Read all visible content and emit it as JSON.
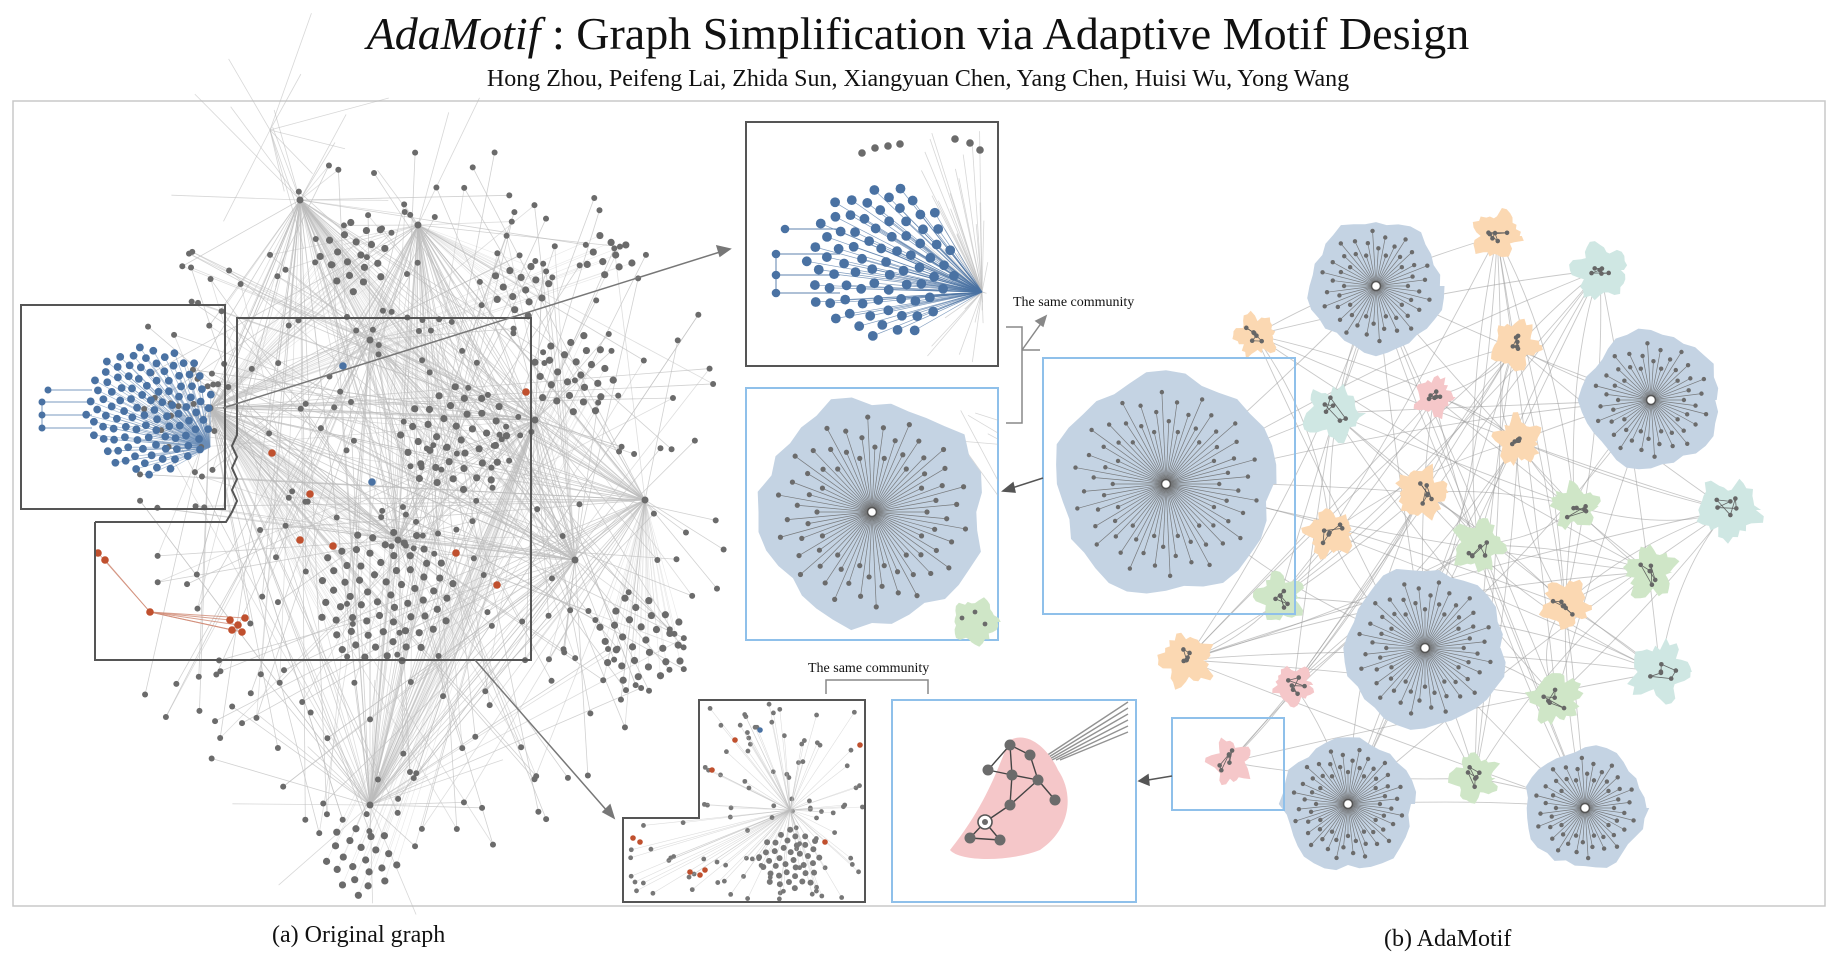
{
  "header": {
    "title_italic": "AdaMotif",
    "title_rest": " : Graph Simplification via Adaptive Motif Design",
    "authors": "Hong Zhou, Peifeng Lai, Zhida Sun, Xiangyuan Chen, Yang Chen, Huisi Wu, Yong Wang"
  },
  "captions": {
    "original": "(a) Original graph",
    "adamotif": "(b) AdaMotif"
  },
  "annotations": {
    "same_community_top": "The same community",
    "same_community_bottom": "The same community"
  },
  "colors": {
    "node": "#6b6b6b",
    "edge": "#bdbdbd",
    "blue_node": "#4a72a3",
    "red_node": "#c0502e",
    "highlight_box": "#444444",
    "zoom_box": "#8fc0ea",
    "motif_blue": "#c4d3e3",
    "motif_orange": "#fbd8b2",
    "motif_teal": "#cfe7e3",
    "motif_green": "#cfe6c7",
    "motif_pink": "#f5c7c9"
  }
}
